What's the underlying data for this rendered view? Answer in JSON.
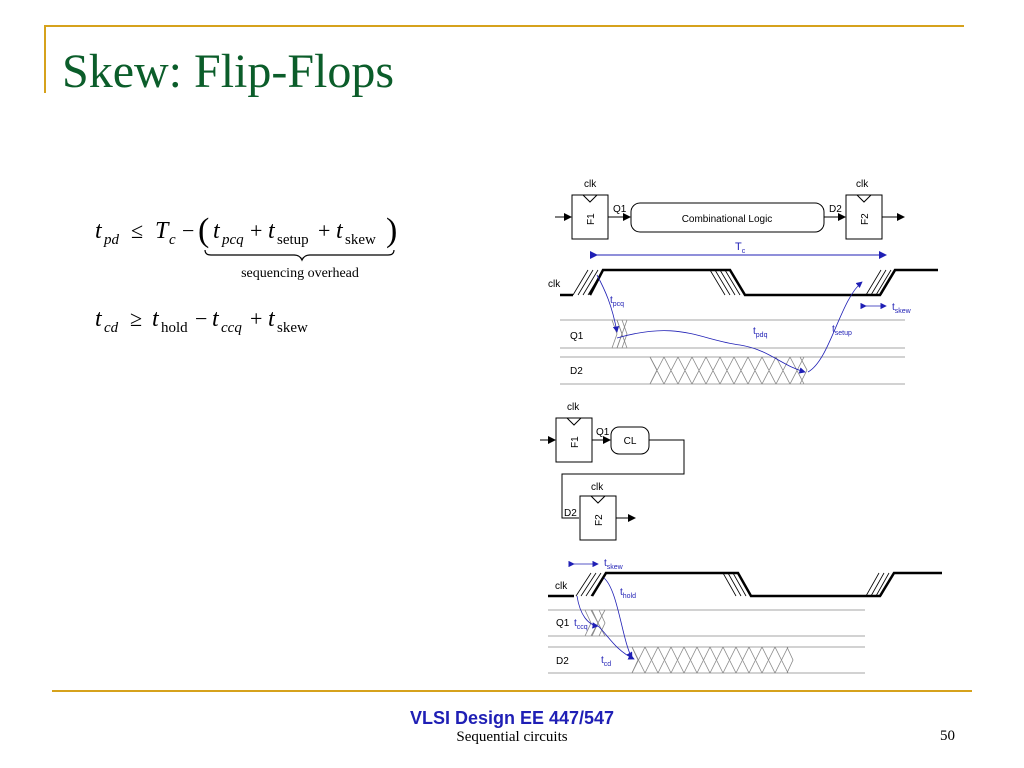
{
  "slide": {
    "title": "Skew: Flip-Flops",
    "footer_course": "VLSI Design EE 447/547",
    "footer_topic": "Sequential circuits",
    "page_number": "50"
  },
  "equations": {
    "eq1_underbrace_label": "sequencing overhead"
  },
  "diagram_top": {
    "clk_label": "clk",
    "ff1_label": "F1",
    "ff2_label": "F2",
    "q1_label": "Q1",
    "d2_label": "D2",
    "logic_label": "Combinational Logic",
    "tc_label": "T",
    "tc_sub": "c"
  },
  "timing_top": {
    "clk": "clk",
    "q1": "Q1",
    "d2": "D2",
    "tpcq": "t",
    "tpcq_sub": "pcq",
    "tpdq": "t",
    "tpdq_sub": "pdq",
    "tsetup": "t",
    "tsetup_sub": "setup",
    "tskew": "t",
    "tskew_sub": "skew"
  },
  "diagram_bottom": {
    "clk_label": "clk",
    "ff1_label": "F1",
    "ff2_label": "F2",
    "q1_label": "Q1",
    "d2_label": "D2",
    "cl_label": "CL"
  },
  "timing_bottom": {
    "clk": "clk",
    "q1": "Q1",
    "d2": "D2",
    "tskew": "t",
    "tskew_sub": "skew",
    "thold": "t",
    "thold_sub": "hold",
    "tccq": "t",
    "tccq_sub": "ccq",
    "tcd": "t",
    "tcd_sub": "cd"
  },
  "colors": {
    "title": "#0b5d2a",
    "accent_line": "#d6a21c",
    "annotation_blue": "#1f1fb5"
  }
}
